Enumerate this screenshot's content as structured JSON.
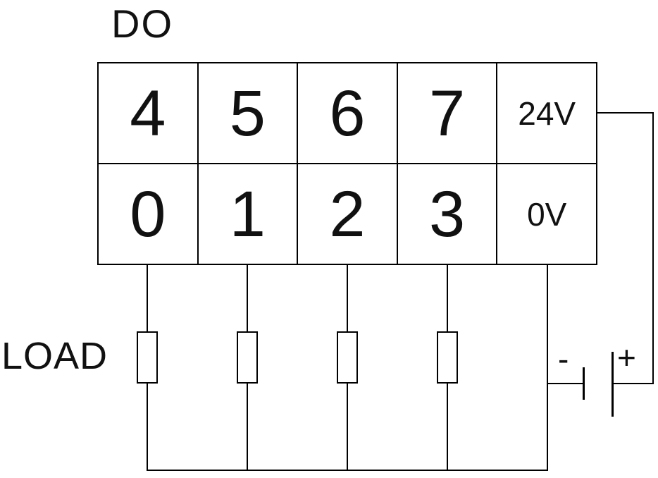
{
  "diagram": {
    "title": "DO",
    "load_label": "LOAD",
    "terminals": {
      "top_row": [
        "4",
        "5",
        "6",
        "7",
        "24V"
      ],
      "bottom_row": [
        "0",
        "1",
        "2",
        "3",
        "0V"
      ]
    },
    "battery": {
      "minus_label": "-",
      "plus_label": "+"
    },
    "colors": {
      "line": "#000000",
      "background": "#ffffff",
      "text": "#111111"
    }
  }
}
